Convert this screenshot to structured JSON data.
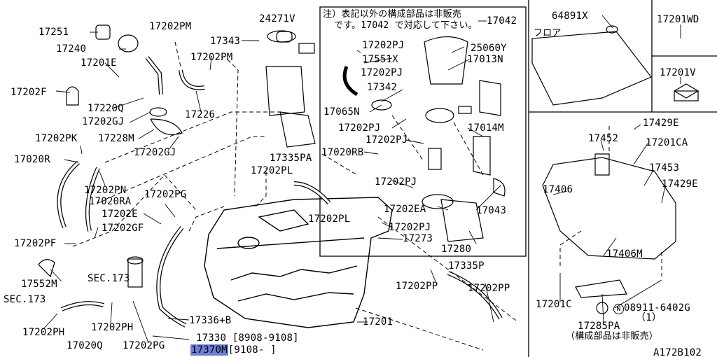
{
  "diagram_code": "A172B102",
  "note": {
    "line1": "注）表記以外の構成部品は非販売",
    "line2": "です。17042 で対応して下さい。",
    "ref": "17042"
  },
  "floor_label": "フロア",
  "not_sold_note": "（構成部品は非販売）",
  "highlight": {
    "part": "17370M",
    "range": "[9108-   ]"
  },
  "range_17330": "[8908-9108]",
  "sec1": "SEC.173",
  "sec2": "SEC.173",
  "nut_part": "08911-6402G",
  "nut_qty": "（1）",
  "labels": [
    "17251",
    "17240",
    "17201E",
    "17202F",
    "17220Q",
    "17202GJ",
    "17228M",
    "17202GJ",
    "17226",
    "17202PM",
    "17202PM",
    "17343",
    "24271V",
    "17202PK",
    "17020R",
    "17202PN",
    "17020RA",
    "17202PG",
    "17202E",
    "17202GF",
    "17202PF",
    "17552M",
    "17202PH",
    "17202PH",
    "17020Q",
    "17202PG",
    "17335PA",
    "17202PL",
    "17202PL",
    "17336+B",
    "17330",
    "17201",
    "17202PP",
    "17335P",
    "17202PP",
    "17202PJ",
    "25060Y",
    "17551X",
    "17202PJ",
    "17013N",
    "17342",
    "17065N",
    "17202PJ",
    "17014M",
    "17202PJ",
    "17020RB",
    "17202PJ",
    "17202EA",
    "17043",
    "17202PJ",
    "17273",
    "17280",
    "64891X",
    "17201WD",
    "17201V",
    "17429E",
    "17452",
    "17201CA",
    "17453",
    "17406",
    "17429E",
    "17406M",
    "17201C",
    "17285PA"
  ]
}
